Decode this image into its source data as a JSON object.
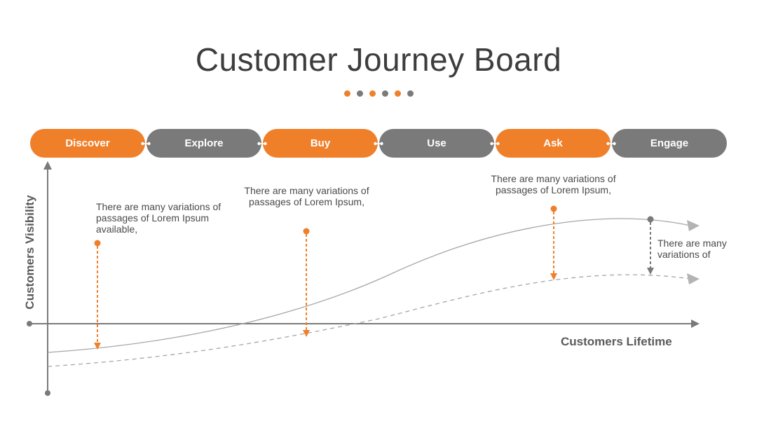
{
  "title": "Customer Journey Board",
  "colors": {
    "orange": "#f07f2a",
    "gray": "#7a7a7a",
    "text": "#3d3d3d"
  },
  "title_dots": [
    "orange",
    "gray",
    "orange",
    "gray",
    "orange",
    "gray"
  ],
  "stages": [
    {
      "label": "Discover",
      "color": "orange"
    },
    {
      "label": "Explore",
      "color": "gray"
    },
    {
      "label": "Buy",
      "color": "orange"
    },
    {
      "label": "Use",
      "color": "gray"
    },
    {
      "label": "Ask",
      "color": "orange"
    },
    {
      "label": "Engage",
      "color": "gray"
    }
  ],
  "axes": {
    "y_label": "Customers Visibility",
    "x_label": "Customers Lifetime"
  },
  "notes": [
    {
      "text": "There are many variations of passages of Lorem Ipsum available,"
    },
    {
      "text": "There are many variations of passages of Lorem Ipsum,"
    },
    {
      "text": "There are many variations of passages of Lorem Ipsum,"
    },
    {
      "text": "There are many variations of"
    }
  ]
}
